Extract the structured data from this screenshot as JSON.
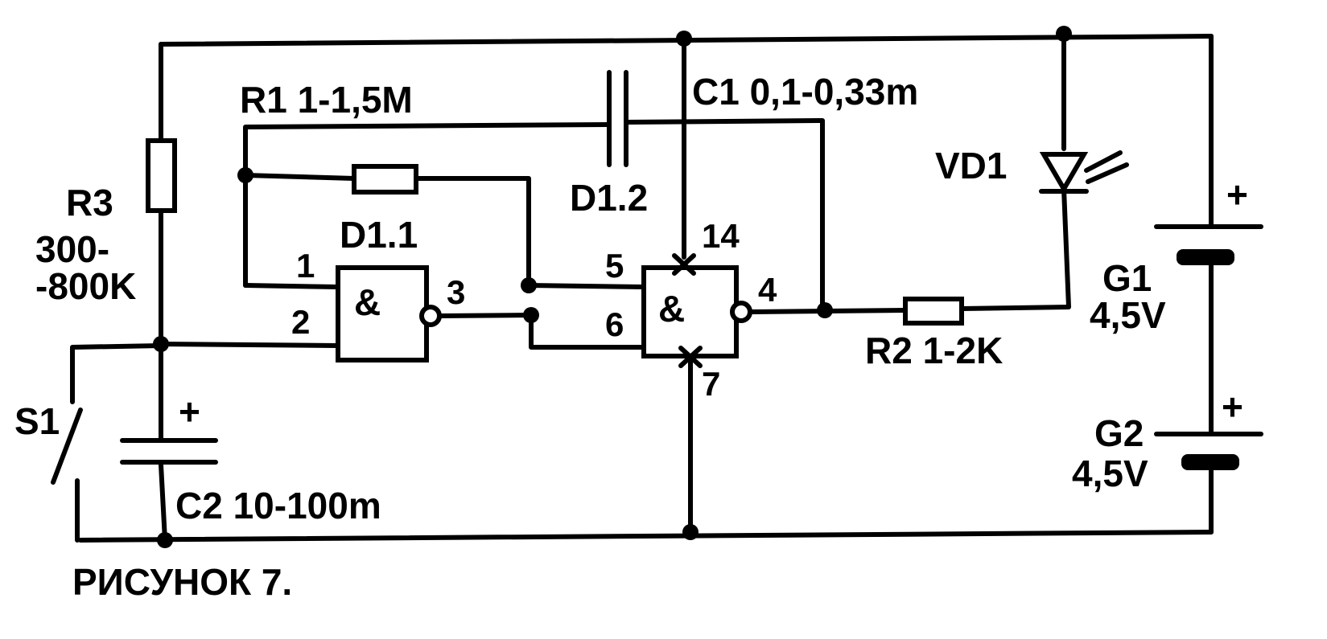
{
  "caption": "РИСУНОК 7.",
  "components": {
    "r1": "R1 1-1,5M",
    "c1": "C1 0,1-0,33m",
    "vd1": "VD1",
    "r3_name": "R3",
    "r3_value_1": "300-",
    "r3_value_2": "-800K",
    "d11": "D1.1",
    "d12": "D1.2",
    "r2": "R2 1-2K",
    "g1_name": "G1",
    "g1_value": "4,5V",
    "g2_name": "G2",
    "g2_value": "4,5V",
    "s1": "S1",
    "c2": "C2 10-100m"
  },
  "symbols": {
    "and": "&",
    "plus": "+"
  },
  "pins": {
    "p1": "1",
    "p2": "2",
    "p3": "3",
    "p4": "4",
    "p5": "5",
    "p6": "6",
    "p7": "7",
    "p14": "14"
  }
}
